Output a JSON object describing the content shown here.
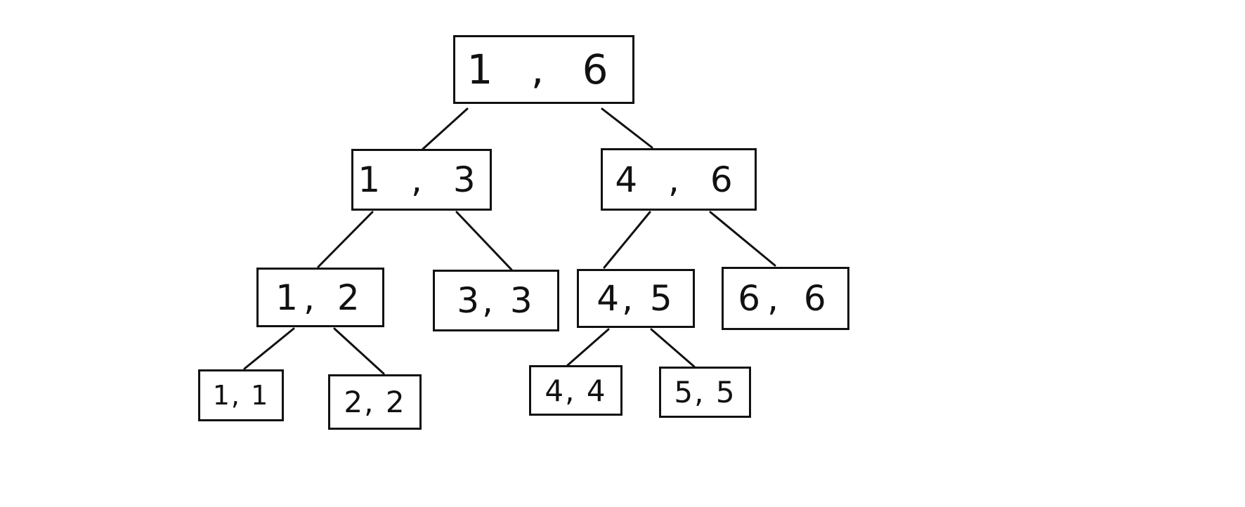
{
  "diagram": {
    "nodes": {
      "root": "1 , 6",
      "left": "1 , 3",
      "right": "4 , 6",
      "left_left": "1, 2",
      "left_right": "3, 3",
      "right_left": "4, 5",
      "right_right": "6, 6",
      "left_left_left": "1, 1",
      "left_left_right": "2, 2",
      "right_left_left": "4, 4",
      "right_left_right": "5, 5"
    },
    "edges": [
      [
        "root",
        "left"
      ],
      [
        "root",
        "right"
      ],
      [
        "left",
        "left_left"
      ],
      [
        "left",
        "left_right"
      ],
      [
        "right",
        "right_left"
      ],
      [
        "right",
        "right_right"
      ],
      [
        "left_left",
        "left_left_left"
      ],
      [
        "left_left",
        "left_left_right"
      ],
      [
        "right_left",
        "right_left_left"
      ],
      [
        "right_left",
        "right_left_right"
      ]
    ],
    "colors": {
      "stroke": "#111111",
      "background": "#ffffff"
    }
  }
}
